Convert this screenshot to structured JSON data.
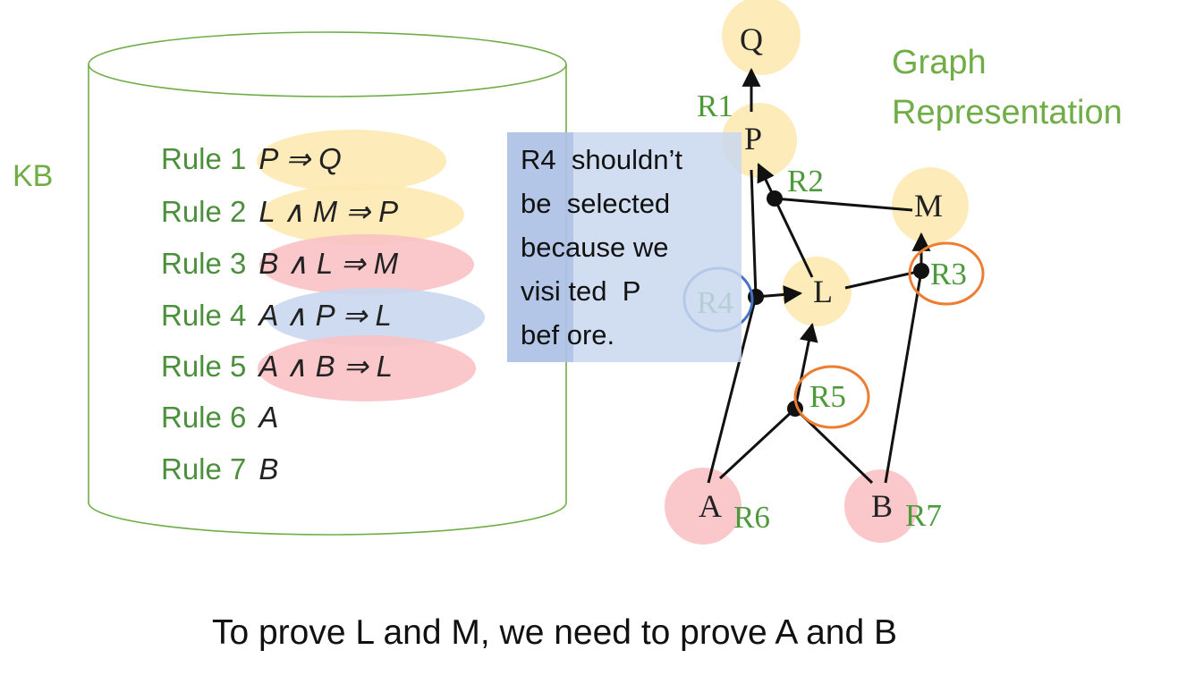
{
  "kb_label": "KB",
  "graph_title": [
    "Graph",
    "Representation"
  ],
  "rules": [
    {
      "label": "Rule 1",
      "formula": "P ⇒ Q",
      "highlight": "#fde9b3"
    },
    {
      "label": "Rule 2",
      "formula": "L ∧ M ⇒ P",
      "highlight": "#fde9b3"
    },
    {
      "label": "Rule 3",
      "formula": "B ∧ L ⇒ M",
      "highlight": "#f9c2c4"
    },
    {
      "label": "Rule 4",
      "formula": "A ∧ P ⇒ L",
      "highlight": "#c9d7ee"
    },
    {
      "label": "Rule 5",
      "formula": "A ∧ B ⇒ L",
      "highlight": "#f9c2c4"
    },
    {
      "label": "Rule 6",
      "formula": "A",
      "highlight": null
    },
    {
      "label": "Rule 7",
      "formula": "B",
      "highlight": null
    }
  ],
  "note_lines": [
    "R4  shouldn’t",
    "be  selected",
    "because we",
    "visi ted  P",
    "bef ore."
  ],
  "graph": {
    "nodes": [
      {
        "id": "Q",
        "label": "Q",
        "fill": "#fde9b3"
      },
      {
        "id": "P",
        "label": "P",
        "fill": "#fde9b3"
      },
      {
        "id": "M",
        "label": "M",
        "fill": "#fde9b3"
      },
      {
        "id": "L",
        "label": "L",
        "fill": "#fde9b3"
      },
      {
        "id": "A",
        "label": "A",
        "fill": "#f9c2c4"
      },
      {
        "id": "B",
        "label": "B",
        "fill": "#f9c2c4"
      }
    ],
    "rule_labels": [
      "R1",
      "R2",
      "R3",
      "R4",
      "R5",
      "R6",
      "R7"
    ],
    "circled": [
      {
        "rule": "R4",
        "color": "#4472c4"
      },
      {
        "rule": "R3",
        "color": "#ed7d31"
      },
      {
        "rule": "R5",
        "color": "#ed7d31"
      }
    ]
  },
  "bottom_text": "To prove L and M, we need to prove A and B",
  "colors": {
    "accent_green": "#70ad47",
    "rule_green": "#4c8f3c"
  }
}
